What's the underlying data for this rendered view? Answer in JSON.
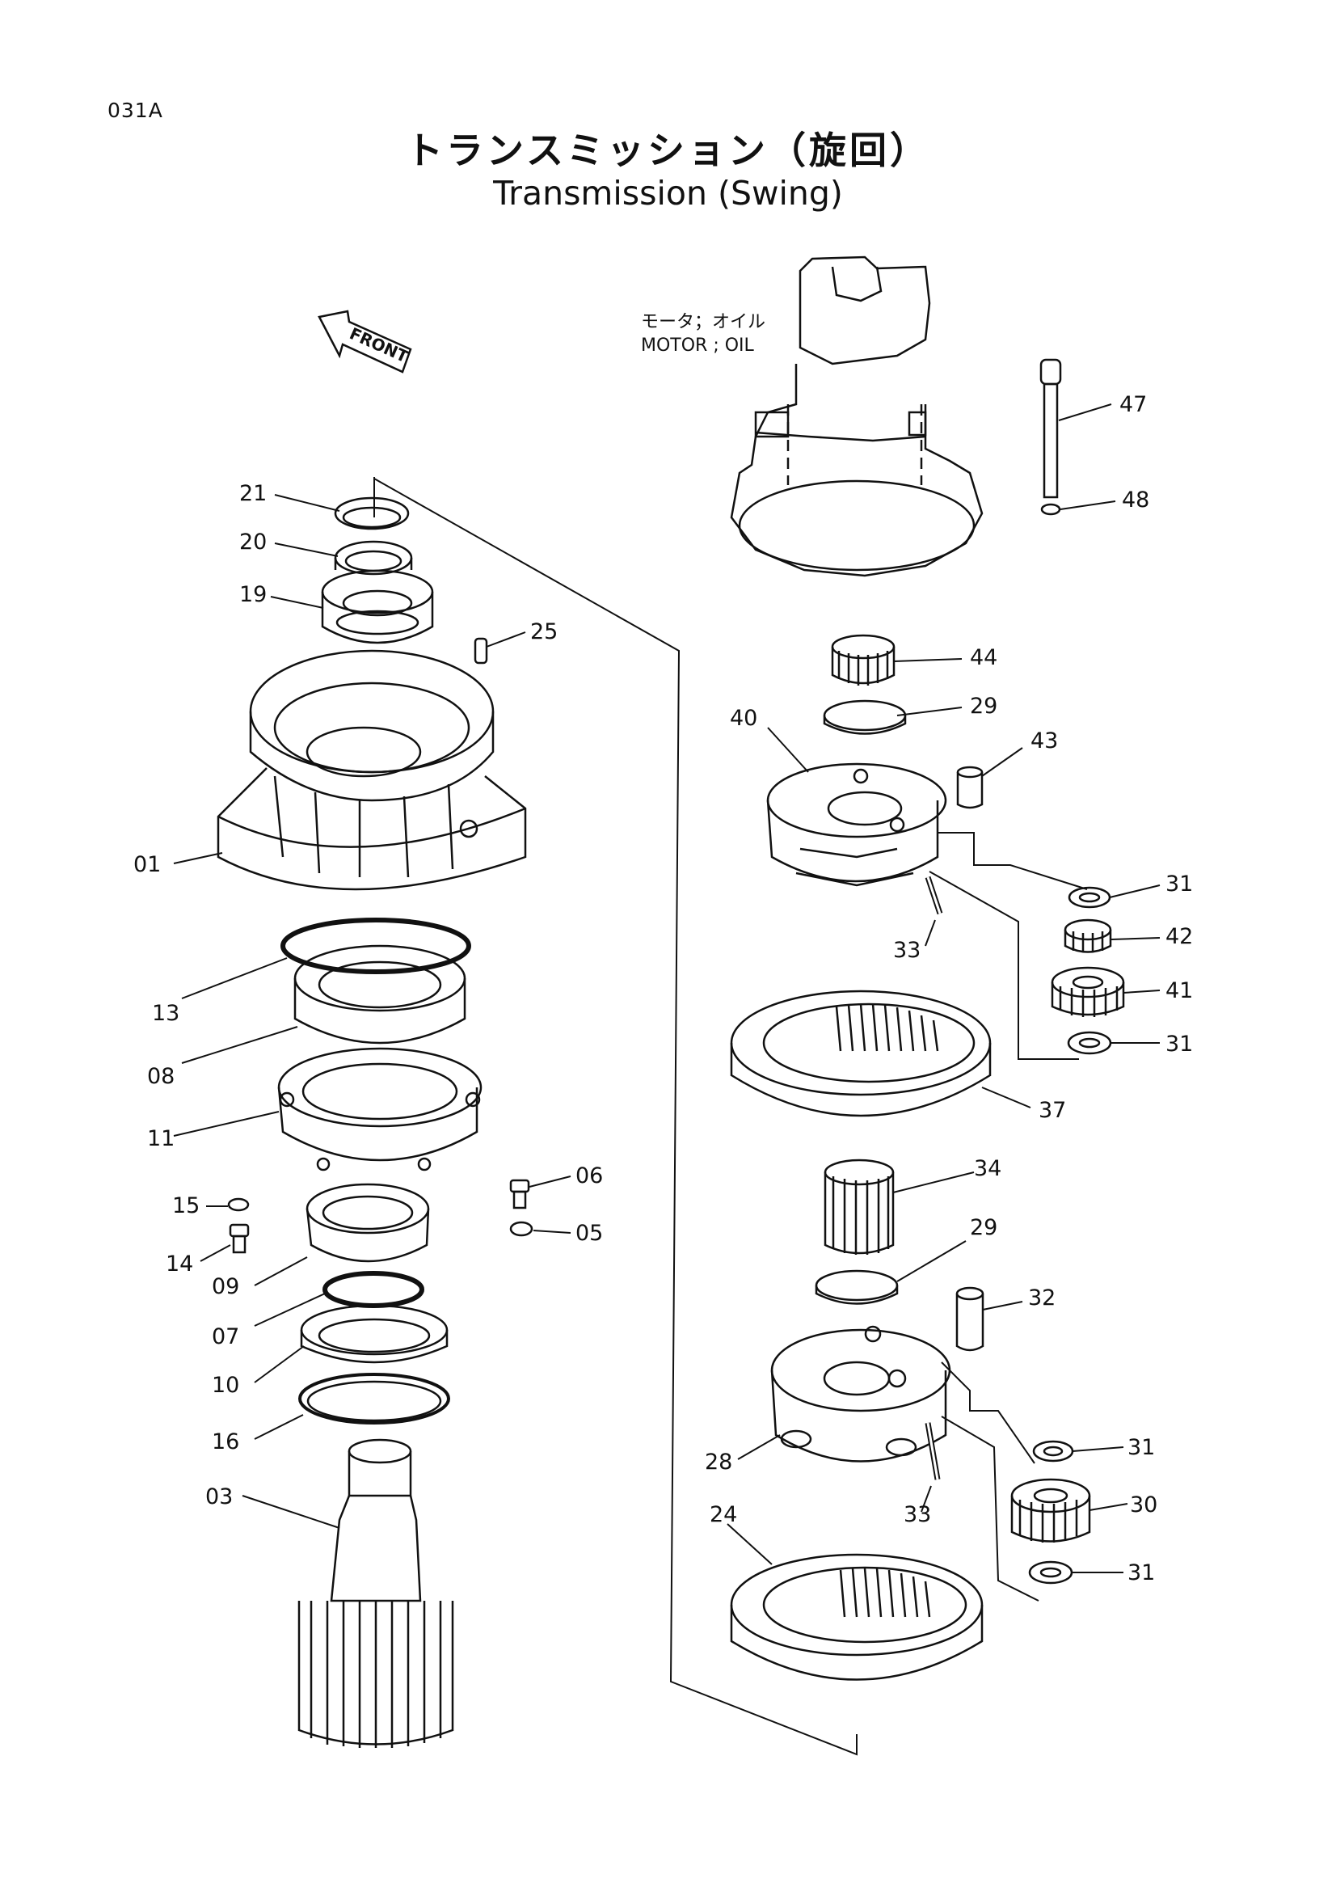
{
  "page_code": "031A",
  "title_jp": "トランスミッション（旋回）",
  "title_en": "Transmission (Swing)",
  "front_label": "FRONT",
  "motor_note": {
    "line1": "モータ；オイル",
    "line2": "MOTOR ; OIL"
  },
  "parts": {
    "p21": "21",
    "p20": "20",
    "p19": "19",
    "p25": "25",
    "p01": "01",
    "p13": "13",
    "p08": "08",
    "p11": "11",
    "p15": "15",
    "p14": "14",
    "p06": "06",
    "p05": "05",
    "p09": "09",
    "p07": "07",
    "p10": "10",
    "p16": "16",
    "p03": "03",
    "p47": "47",
    "p48": "48",
    "p44": "44",
    "p29a": "29",
    "p40": "40",
    "p43": "43",
    "p31a": "31",
    "p42": "42",
    "p33a": "33",
    "p41": "41",
    "p31b": "31",
    "p37": "37",
    "p34": "34",
    "p29b": "29",
    "p32": "32",
    "p31c": "31",
    "p28": "28",
    "p30": "30",
    "p33b": "33",
    "p24": "24",
    "p31d": "31"
  }
}
